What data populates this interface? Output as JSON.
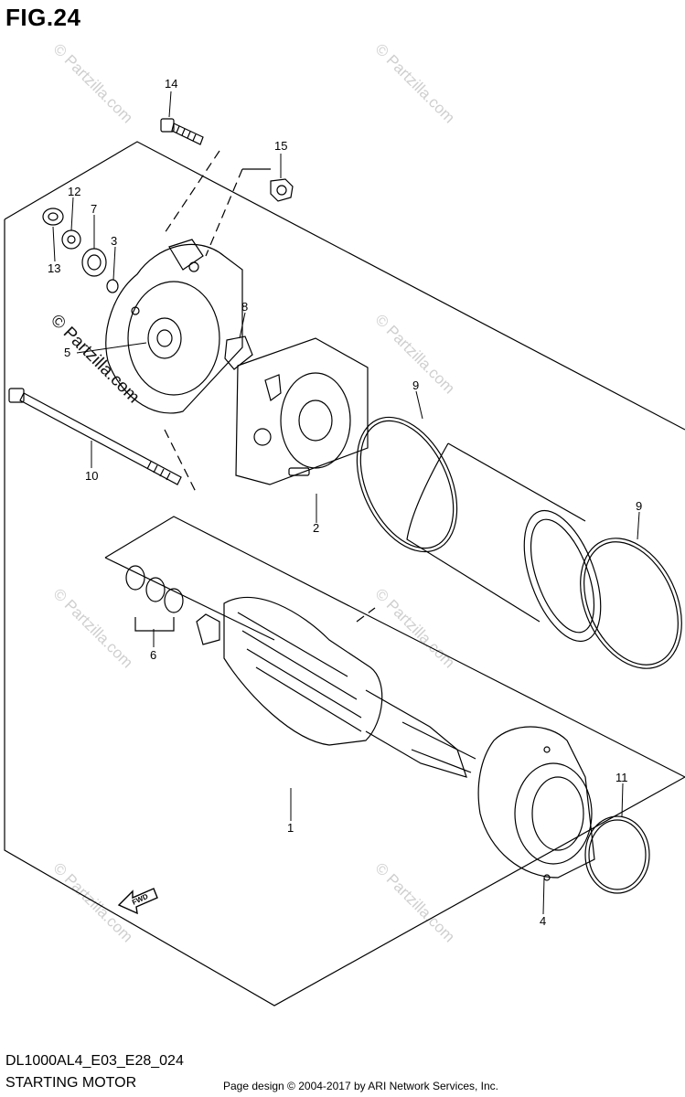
{
  "figure": {
    "title": "FIG.24"
  },
  "footer": {
    "code": "DL1000AL4_E03_E28_024",
    "name": "STARTING MOTOR",
    "copyright": "Page design © 2004-2017 by ARI Network Services, Inc."
  },
  "watermark": "© Partzilla.com",
  "fwd_label": "FWD",
  "callouts": [
    {
      "id": "c1",
      "label": "1"
    },
    {
      "id": "c2",
      "label": "2"
    },
    {
      "id": "c3",
      "label": "3"
    },
    {
      "id": "c4",
      "label": "4"
    },
    {
      "id": "c5",
      "label": "5"
    },
    {
      "id": "c6",
      "label": "6"
    },
    {
      "id": "c7",
      "label": "7"
    },
    {
      "id": "c8",
      "label": "8"
    },
    {
      "id": "c9a",
      "label": "9"
    },
    {
      "id": "c9b",
      "label": "9"
    },
    {
      "id": "c10",
      "label": "10"
    },
    {
      "id": "c11",
      "label": "11"
    },
    {
      "id": "c12",
      "label": "12"
    },
    {
      "id": "c13",
      "label": "13"
    },
    {
      "id": "c14",
      "label": "14"
    },
    {
      "id": "c15",
      "label": "15"
    }
  ],
  "colors": {
    "line": "#000000",
    "watermark": "#cfcfcf",
    "background": "#ffffff"
  }
}
